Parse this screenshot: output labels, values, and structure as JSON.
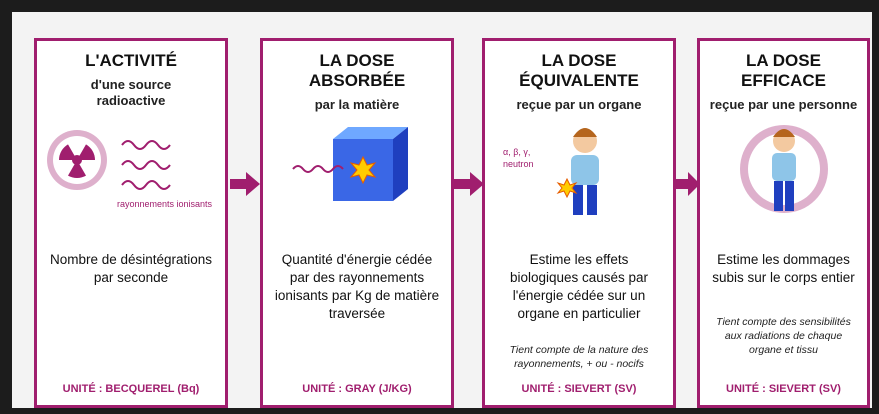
{
  "colors": {
    "accent": "#a01e6e",
    "frame": "#1c1c1c"
  },
  "panels": [
    {
      "title_line1": "L'ACTIVITÉ",
      "subtitle_line1": "d'une source",
      "subtitle_line2": "radioactive",
      "illus_label": "rayonnements ionisants",
      "desc": "Nombre de désintégrations par seconde",
      "unit": "UNITÉ : BECQUEREL (Bq)"
    },
    {
      "title_line1": "LA DOSE",
      "title_line2": "ABSORBÉE",
      "subtitle_line1": "par la matière",
      "desc": "Quantité d'énergie cédée par des rayonnements ionisants par Kg de matière traversée",
      "unit": "UNITÉ : GRAY (J/KG)"
    },
    {
      "title_line1": "LA DOSE",
      "title_line2": "ÉQUIVALENTE",
      "subtitle_line1": "reçue par un organe",
      "illus_label1": "α, β, γ,",
      "illus_label2": "neutron",
      "desc": "Estime les effets biologiques causés par l'énergie cédée sur un organe en particulier",
      "note": "Tient compte de la nature des rayonnements, + ou - nocifs",
      "unit": "UNITÉ : SIEVERT (SV)"
    },
    {
      "title_line1": "LA DOSE",
      "title_line2": "EFFICACE",
      "subtitle_line1": "reçue par une personne",
      "desc": "Estime les dommages subis sur le corps entier",
      "note": "Tient compte des sensibilités aux radiations de chaque organe et tissu",
      "unit": "UNITÉ : SIEVERT (SV)"
    }
  ],
  "icons": [
    "radiation-icon",
    "wave-icon",
    "cube-icon",
    "person-icon",
    "arrow-right-icon"
  ]
}
